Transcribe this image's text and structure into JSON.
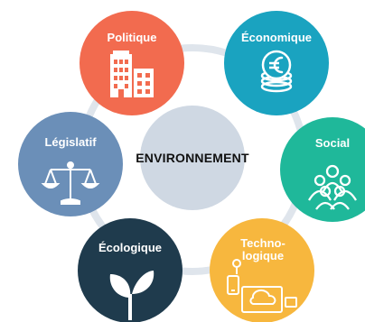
{
  "center": {
    "label": "ENVIRONNEMENT"
  },
  "nodes": [
    {
      "id": "politique",
      "label": "Politique",
      "icon": "buildings-icon",
      "color": "#f26b4f"
    },
    {
      "id": "economique",
      "label": "Économique",
      "icon": "euro-coins-icon",
      "color": "#1aa3c0"
    },
    {
      "id": "social",
      "label": "Social",
      "icon": "people-group-icon",
      "color": "#1fb89a"
    },
    {
      "id": "technologique",
      "label_line1": "Techno-",
      "label_line2": "logique",
      "icon": "tech-devices-icon",
      "color": "#f7b73e"
    },
    {
      "id": "ecologique",
      "label": "Écologique",
      "icon": "plant-sprout-icon",
      "color": "#1f3b4d"
    },
    {
      "id": "legislatif",
      "label": "Législatif",
      "icon": "scales-icon",
      "color": "#6b8fb8"
    }
  ],
  "colors": {
    "ring": "#dfe5ec",
    "center_fill": "#cfd8e3",
    "icon_stroke": "#ffffff"
  }
}
